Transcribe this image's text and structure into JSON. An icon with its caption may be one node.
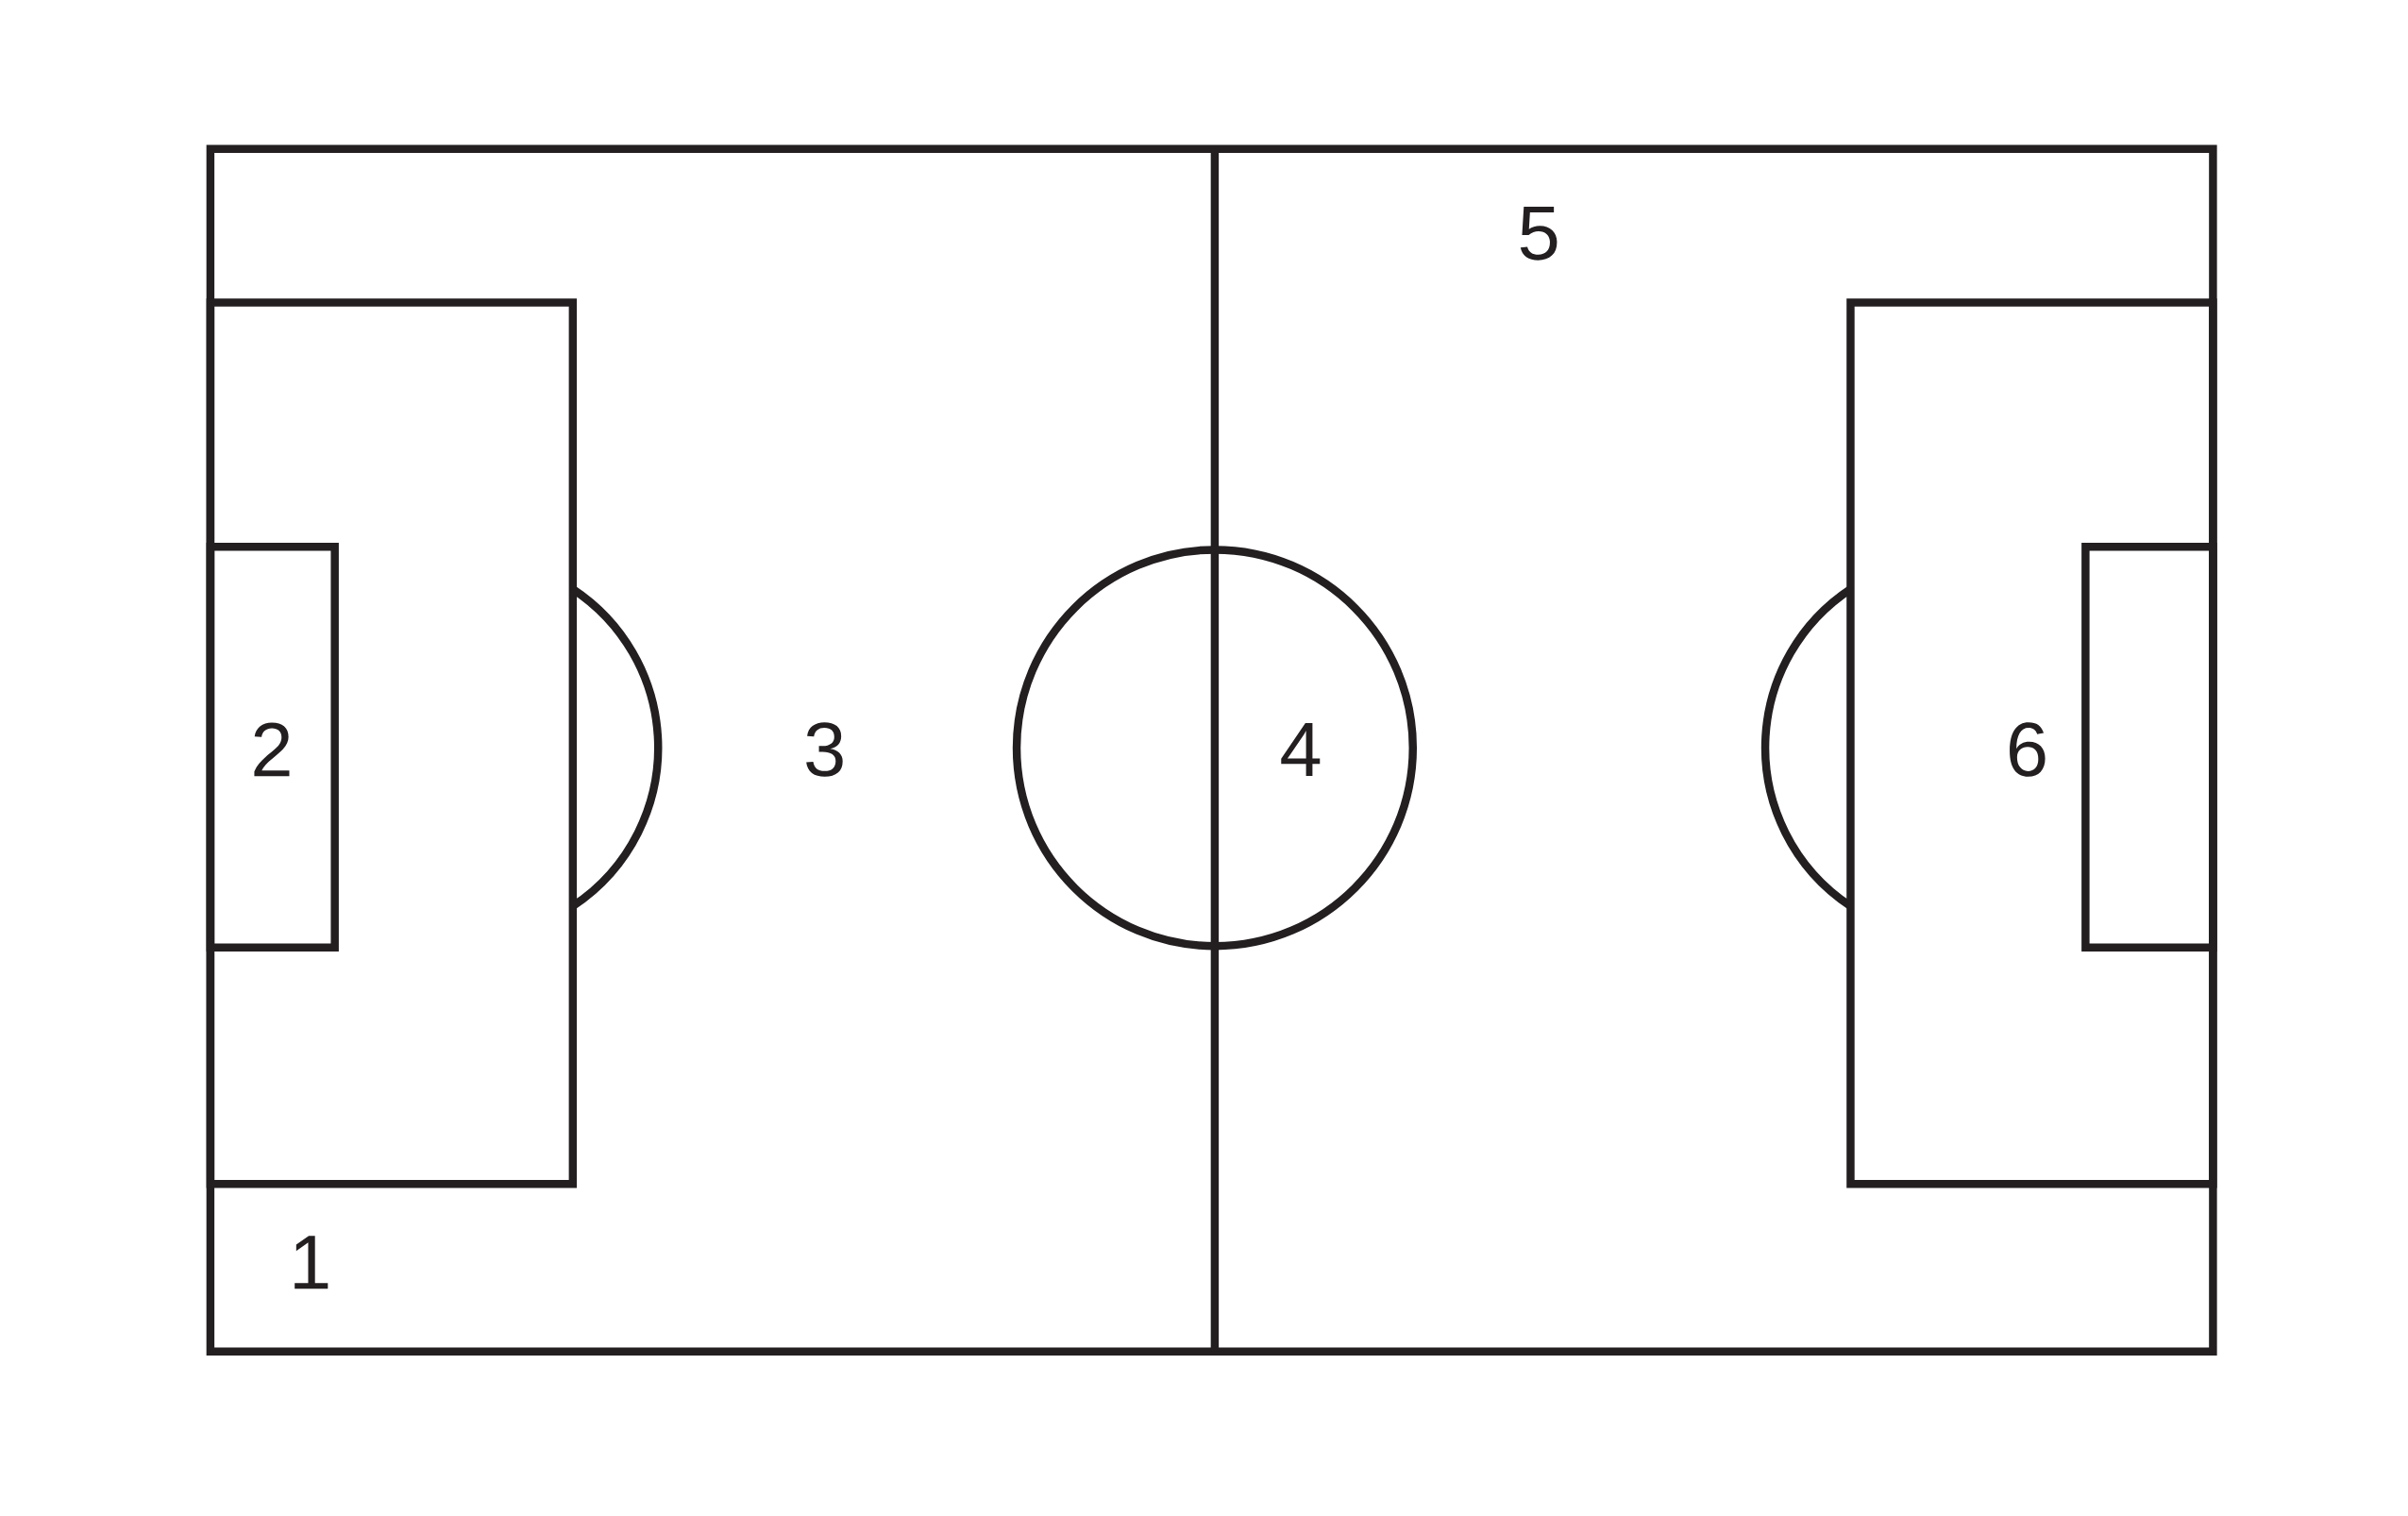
{
  "diagram": {
    "labels": [
      "5",
      "2",
      "3",
      "4",
      "6",
      "1"
    ]
  }
}
